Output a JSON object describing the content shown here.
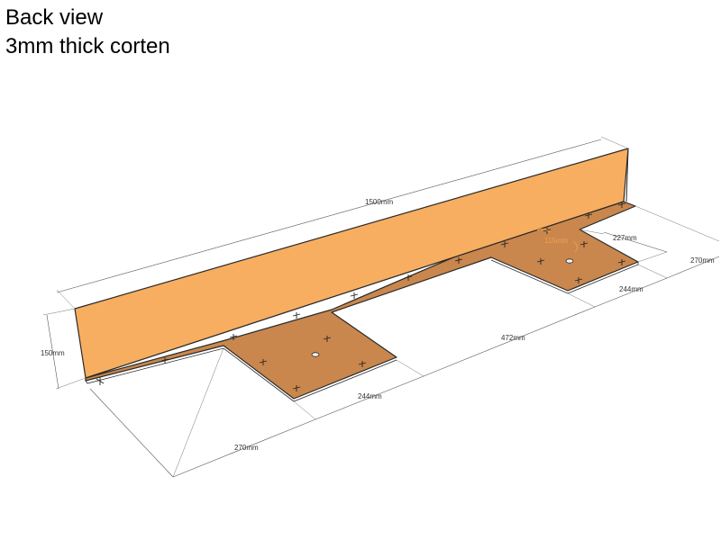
{
  "title": {
    "line1": "Back view",
    "line2": "3mm thick corten"
  },
  "dimensions": {
    "length": "1500mm",
    "height": "150mm",
    "flange_depth": "270mm",
    "tab_left_width": "244mm",
    "gap_width": "472mm",
    "tab_right_width": "244mm",
    "flange_depth_right": "270mm",
    "tab_offset": "227mm",
    "angle": "115mm"
  },
  "colors": {
    "wall_face": "#f7ae60",
    "base_plate": "#c9874d",
    "edge": "#2a2a2a",
    "angle_label": "#f0a050"
  }
}
